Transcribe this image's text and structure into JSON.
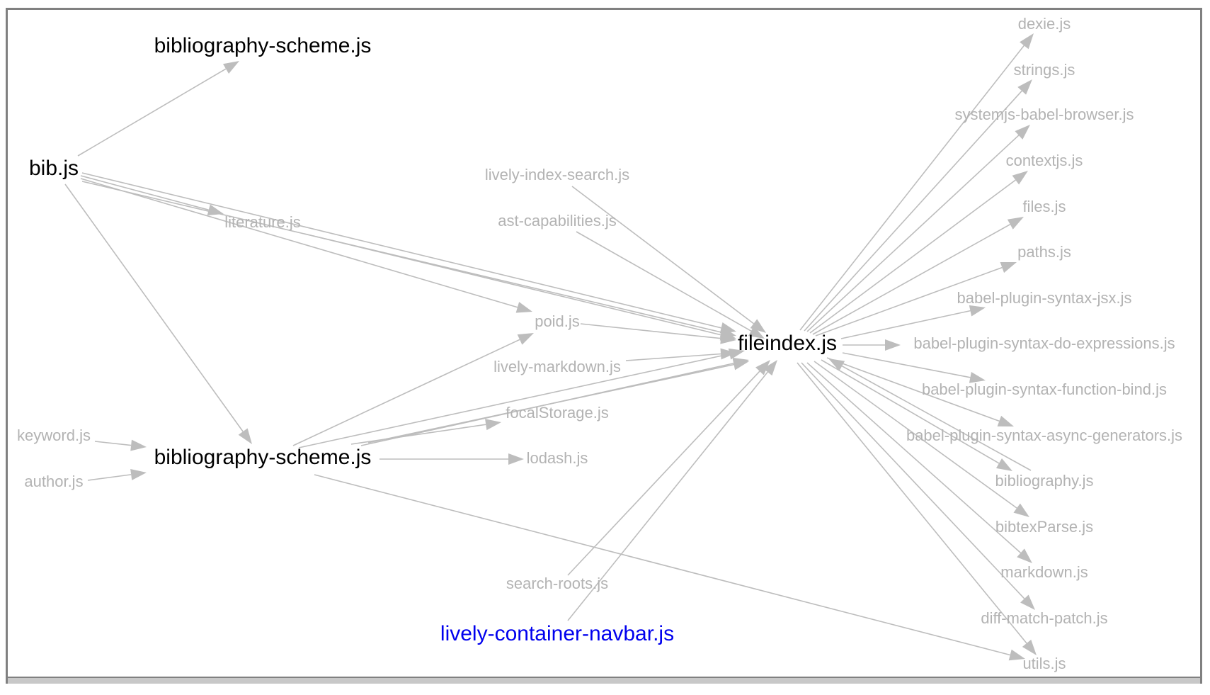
{
  "header": {
    "clipped_text": ""
  },
  "colors": {
    "edge": "#bdbdbd",
    "primary_node": "#000000",
    "secondary_node": "#b3b3b3",
    "highlight_node": "#0000ee"
  },
  "graph": {
    "nodes": [
      {
        "id": "bibliography-scheme-top",
        "label": "bibliography-scheme.js",
        "kind": "primary"
      },
      {
        "id": "bib",
        "label": "bib.js",
        "kind": "primary"
      },
      {
        "id": "literature",
        "label": "literature.js",
        "kind": "secondary"
      },
      {
        "id": "keyword",
        "label": "keyword.js",
        "kind": "secondary"
      },
      {
        "id": "author",
        "label": "author.js",
        "kind": "secondary"
      },
      {
        "id": "bibliography-scheme",
        "label": "bibliography-scheme.js",
        "kind": "primary"
      },
      {
        "id": "lively-index-search",
        "label": "lively-index-search.js",
        "kind": "secondary"
      },
      {
        "id": "ast-capabilities",
        "label": "ast-capabilities.js",
        "kind": "secondary"
      },
      {
        "id": "poid",
        "label": "poid.js",
        "kind": "secondary"
      },
      {
        "id": "lively-markdown",
        "label": "lively-markdown.js",
        "kind": "secondary"
      },
      {
        "id": "focalStorage",
        "label": "focalStorage.js",
        "kind": "secondary"
      },
      {
        "id": "lodash",
        "label": "lodash.js",
        "kind": "secondary"
      },
      {
        "id": "search-roots",
        "label": "search-roots.js",
        "kind": "secondary"
      },
      {
        "id": "lively-container-navbar",
        "label": "lively-container-navbar.js",
        "kind": "highlight"
      },
      {
        "id": "fileindex",
        "label": "fileindex.js",
        "kind": "primary"
      },
      {
        "id": "dexie",
        "label": "dexie.js",
        "kind": "secondary"
      },
      {
        "id": "strings",
        "label": "strings.js",
        "kind": "secondary"
      },
      {
        "id": "systemjs-babel-browser",
        "label": "systemjs-babel-browser.js",
        "kind": "secondary"
      },
      {
        "id": "contextjs",
        "label": "contextjs.js",
        "kind": "secondary"
      },
      {
        "id": "files",
        "label": "files.js",
        "kind": "secondary"
      },
      {
        "id": "paths",
        "label": "paths.js",
        "kind": "secondary"
      },
      {
        "id": "babel-plugin-syntax-jsx",
        "label": "babel-plugin-syntax-jsx.js",
        "kind": "secondary"
      },
      {
        "id": "babel-plugin-syntax-do-expressions",
        "label": "babel-plugin-syntax-do-expressions.js",
        "kind": "secondary"
      },
      {
        "id": "babel-plugin-syntax-function-bind",
        "label": "babel-plugin-syntax-function-bind.js",
        "kind": "secondary"
      },
      {
        "id": "babel-plugin-syntax-async-generators",
        "label": "babel-plugin-syntax-async-generators.js",
        "kind": "secondary"
      },
      {
        "id": "bibliography",
        "label": "bibliography.js",
        "kind": "secondary"
      },
      {
        "id": "bibtexParse",
        "label": "bibtexParse.js",
        "kind": "secondary"
      },
      {
        "id": "markdown",
        "label": "markdown.js",
        "kind": "secondary"
      },
      {
        "id": "diff-match-patch",
        "label": "diff-match-patch.js",
        "kind": "secondary"
      },
      {
        "id": "utils",
        "label": "utils.js",
        "kind": "secondary"
      }
    ],
    "edges": [
      [
        "bib",
        "bibliography-scheme-top"
      ],
      [
        "bib",
        "literature"
      ],
      [
        "bib",
        "poid"
      ],
      [
        "bib",
        "fileindex"
      ],
      [
        "bib",
        "fileindex"
      ],
      [
        "bib",
        "bibliography-scheme"
      ],
      [
        "literature",
        "fileindex"
      ],
      [
        "keyword",
        "bibliography-scheme"
      ],
      [
        "author",
        "bibliography-scheme"
      ],
      [
        "bibliography-scheme",
        "poid"
      ],
      [
        "bibliography-scheme",
        "fileindex"
      ],
      [
        "bibliography-scheme",
        "fileindex"
      ],
      [
        "bibliography-scheme",
        "focalStorage"
      ],
      [
        "bibliography-scheme",
        "lodash"
      ],
      [
        "bibliography-scheme",
        "utils"
      ],
      [
        "lively-index-search",
        "fileindex"
      ],
      [
        "ast-capabilities",
        "fileindex"
      ],
      [
        "poid",
        "fileindex"
      ],
      [
        "lively-markdown",
        "fileindex"
      ],
      [
        "focalStorage",
        "fileindex"
      ],
      [
        "search-roots",
        "fileindex"
      ],
      [
        "lively-container-navbar",
        "fileindex"
      ],
      [
        "fileindex",
        "dexie"
      ],
      [
        "fileindex",
        "strings"
      ],
      [
        "fileindex",
        "systemjs-babel-browser"
      ],
      [
        "fileindex",
        "contextjs"
      ],
      [
        "fileindex",
        "files"
      ],
      [
        "fileindex",
        "paths"
      ],
      [
        "fileindex",
        "babel-plugin-syntax-jsx"
      ],
      [
        "fileindex",
        "babel-plugin-syntax-do-expressions"
      ],
      [
        "fileindex",
        "babel-plugin-syntax-function-bind"
      ],
      [
        "fileindex",
        "babel-plugin-syntax-async-generators"
      ],
      [
        "fileindex",
        "bibliography"
      ],
      [
        "bibliography",
        "fileindex"
      ],
      [
        "fileindex",
        "bibtexParse"
      ],
      [
        "fileindex",
        "markdown"
      ],
      [
        "fileindex",
        "diff-match-patch"
      ],
      [
        "fileindex",
        "utils"
      ]
    ]
  }
}
